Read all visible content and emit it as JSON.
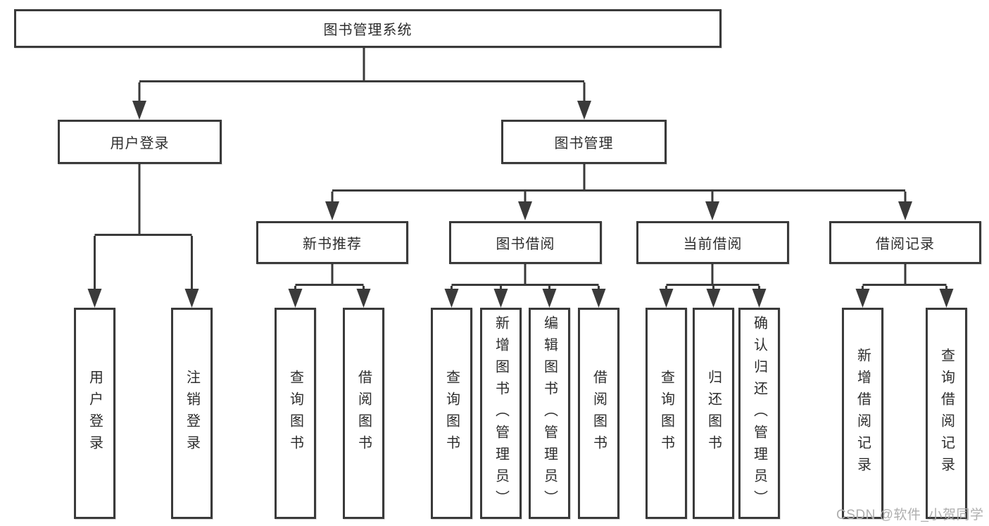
{
  "diagram": {
    "title": "图书管理系统",
    "branches": [
      {
        "label": "用户登录",
        "leaves": [
          {
            "label": "用户登录"
          },
          {
            "label": "注销登录"
          }
        ]
      },
      {
        "label": "图书管理",
        "groups": [
          {
            "label": "新书推荐",
            "leaves": [
              {
                "label": "查询图书"
              },
              {
                "label": "借阅图书"
              }
            ]
          },
          {
            "label": "图书借阅",
            "leaves": [
              {
                "label": "查询图书"
              },
              {
                "label": "新增图书（管理员）"
              },
              {
                "label": "编辑图书（管理员）"
              },
              {
                "label": "借阅图书"
              }
            ]
          },
          {
            "label": "当前借阅",
            "leaves": [
              {
                "label": "查询图书"
              },
              {
                "label": "归还图书"
              },
              {
                "label": "确认归还（管理员）"
              }
            ]
          },
          {
            "label": "借阅记录",
            "leaves": [
              {
                "label": "新增借阅记录"
              },
              {
                "label": "查询借阅记录"
              }
            ]
          }
        ]
      }
    ]
  },
  "watermark": "CSDN @软件_小贺同学",
  "colors": {
    "line": "#3a3a3a",
    "node_border": "#3a3a3a",
    "node_fill": "#ffffff",
    "text": "#2d2d2d",
    "watermark": "#aeaeae",
    "background": "#ffffff"
  }
}
